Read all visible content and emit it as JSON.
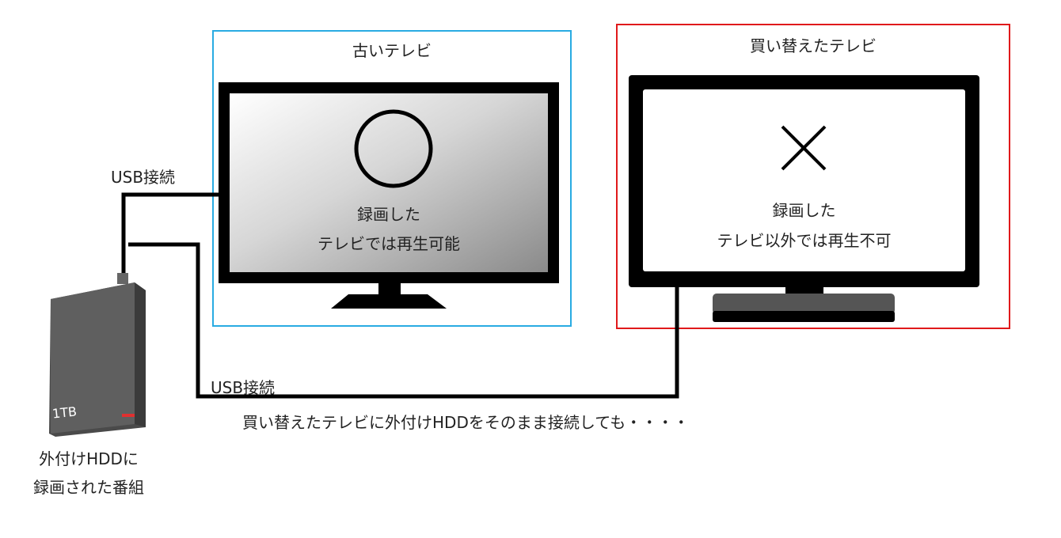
{
  "old_tv": {
    "title": "古いテレビ",
    "frame_color": "#29abe2",
    "symbol": "circle-mark",
    "line1": "録画した",
    "line2": "テレビでは再生可能"
  },
  "new_tv": {
    "title": "買い替えたテレビ",
    "frame_color": "#e0191b",
    "symbol": "cross-mark",
    "line1": "録画した",
    "line2": "テレビ以外では再生不可"
  },
  "hdd": {
    "capacity": "1TB",
    "caption_line1": "外付けHDDに",
    "caption_line2": "録画された番組",
    "led_color": "#e03030"
  },
  "connections": {
    "old_label": "USB接続",
    "new_label": "USB接続"
  },
  "note": "買い替えたテレビに外付けHDDをそのまま接続しても・・・・"
}
